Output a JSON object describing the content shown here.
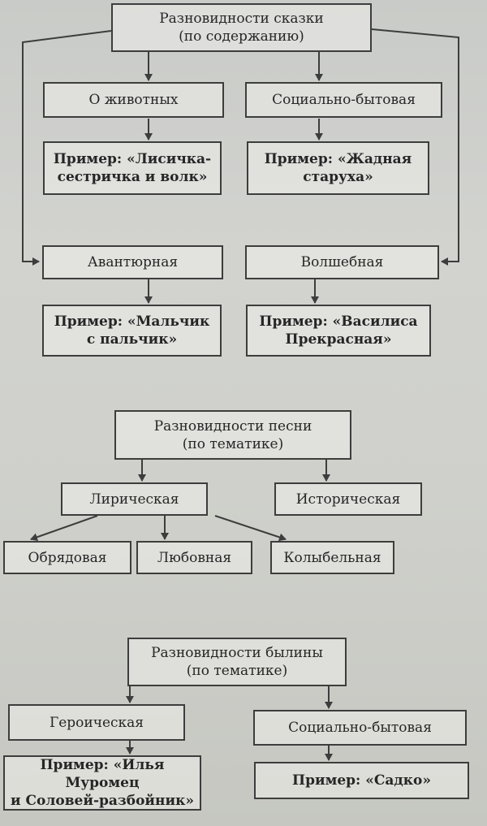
{
  "tale": {
    "root_line1": "Разновидности сказки",
    "root_line2": "(по содержанию)",
    "animals": "О животных",
    "animals_example_line1": "Пример: «Лисичка-",
    "animals_example_line2": "сестричка и волк»",
    "social": "Социально-бытовая",
    "social_example_line1": "Пример: «Жадная",
    "social_example_line2": "старуха»",
    "adventure": "Авантюрная",
    "adventure_example_line1": "Пример: «Мальчик",
    "adventure_example_line2": "с пальчик»",
    "magic": "Волшебная",
    "magic_example_line1": "Пример: «Василиса",
    "magic_example_line2": "Прекрасная»"
  },
  "song": {
    "root_line1": "Разновидности песни",
    "root_line2": "(по тематике)",
    "lyrical": "Лирическая",
    "historical": "Историческая",
    "ritual": "Обрядовая",
    "love": "Любовная",
    "lullaby": "Колыбельная"
  },
  "bylina": {
    "root_line1": "Разновидности былины",
    "root_line2": "(по тематике)",
    "heroic": "Героическая",
    "heroic_example_line1": "Пример: «Илья Муромец",
    "heroic_example_line2": "и Соловей-разбойник»",
    "social": "Социально-бытовая",
    "social_example": "Пример: «Садко»"
  },
  "colors": {
    "line": "#3d3d3d",
    "background": "#cfd0cb"
  }
}
